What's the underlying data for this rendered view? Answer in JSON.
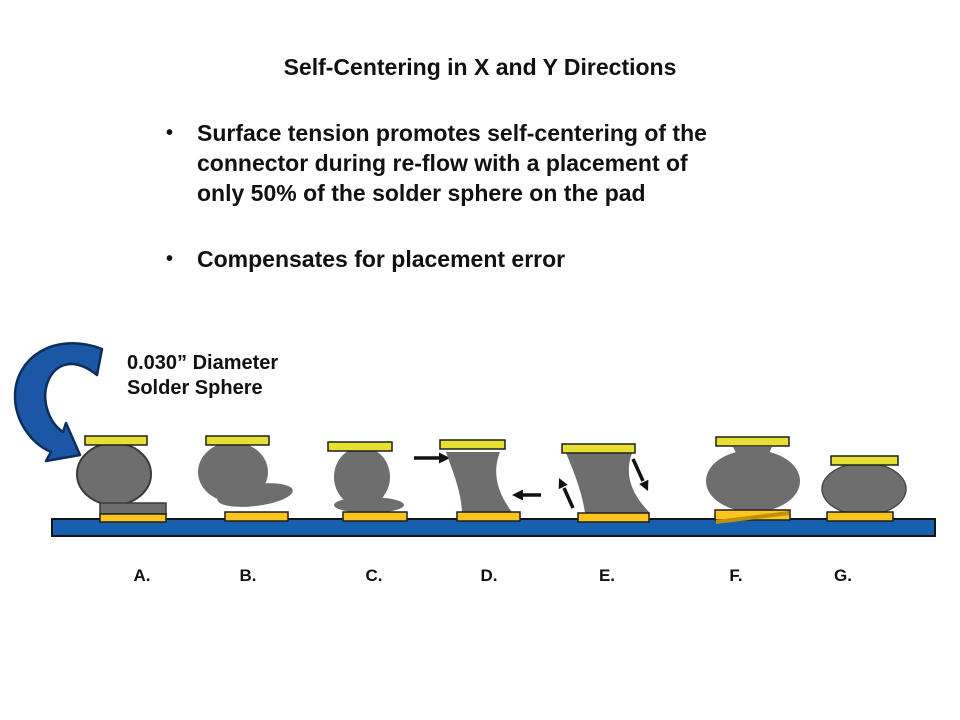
{
  "slide": {
    "title": "Self-Centering in X and Y Directions",
    "bullet_marker": "•",
    "bullets": [
      "Surface tension promotes self-centering of the\nconnector during re-flow with a placement of\nonly 50% of the solder sphere on the pad",
      "Compensates for placement error"
    ]
  },
  "diagram": {
    "callout": {
      "line1": "0.030” Diameter",
      "line2": "Solder Sphere"
    },
    "stage_labels": [
      "A.",
      "B.",
      "C.",
      "D.",
      "E.",
      "F.",
      "G."
    ],
    "colors": {
      "connector_pad_yellow": "#E7E032",
      "board_pad_gold": "#FDC51E",
      "solder_gray": "#6E6E6E",
      "pcb_blue": "#1660AE",
      "arrow_blue": "#1B57A5",
      "solder_streak_gold": "#BD920A",
      "black_arrow": "#111111"
    }
  }
}
